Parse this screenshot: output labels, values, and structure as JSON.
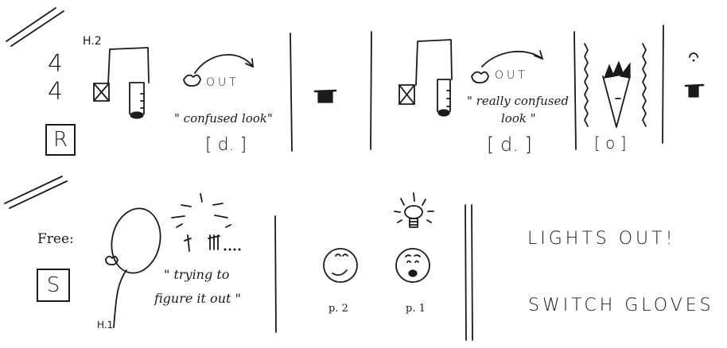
{
  "row1": {
    "time_sig_top": "4",
    "time_sig_bottom": "4",
    "boxed_letter": "R",
    "hand_label": "H.2",
    "panel1": {
      "out": "OUT",
      "caption": "\" confused look\"",
      "bracket": "[ d. ]"
    },
    "panel2": {
      "out": "OUT",
      "caption_line1": "\" really confused",
      "caption_line2": "look \"",
      "bracket": "[ d. ]"
    },
    "panel3": {
      "bracket": "[ o ]"
    }
  },
  "row2": {
    "free_label": "Free:",
    "boxed_letter": "S",
    "hand_label": "H.1",
    "caption_line1": "\" trying to",
    "caption_line2": "figure it out \"",
    "face_left_label": "p. 2",
    "face_right_label": "p. 1",
    "right_line1": "LIGHTS OUT!",
    "right_line2": "SWITCH GLOVES"
  },
  "colors": {
    "ink": "#1a1a1a",
    "paper": "#ffffff"
  }
}
